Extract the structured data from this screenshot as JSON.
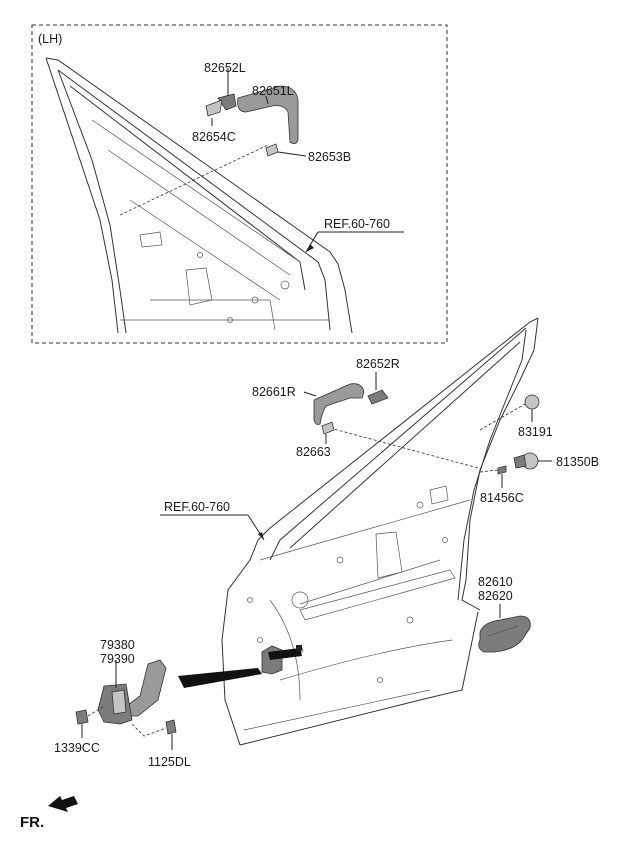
{
  "inset": {
    "title": "(LH)"
  },
  "labels": {
    "p82652L": "82652L",
    "p82651L": "82651L",
    "p82654C": "82654C",
    "p82653B": "82653B",
    "ref_inset": "REF.60-760",
    "p82652R": "82652R",
    "p82661R": "82661R",
    "p83191": "83191",
    "p82663": "82663",
    "p81350B": "81350B",
    "p81456C": "81456C",
    "ref_main": "REF.60-760",
    "p82610": "82610",
    "p82620": "82620",
    "p79380": "79380",
    "p79390": "79390",
    "p1339CC": "1339CC",
    "p1125DL": "1125DL"
  },
  "orientation": {
    "label": "FR.",
    "icon": "arrow-left-icon"
  }
}
